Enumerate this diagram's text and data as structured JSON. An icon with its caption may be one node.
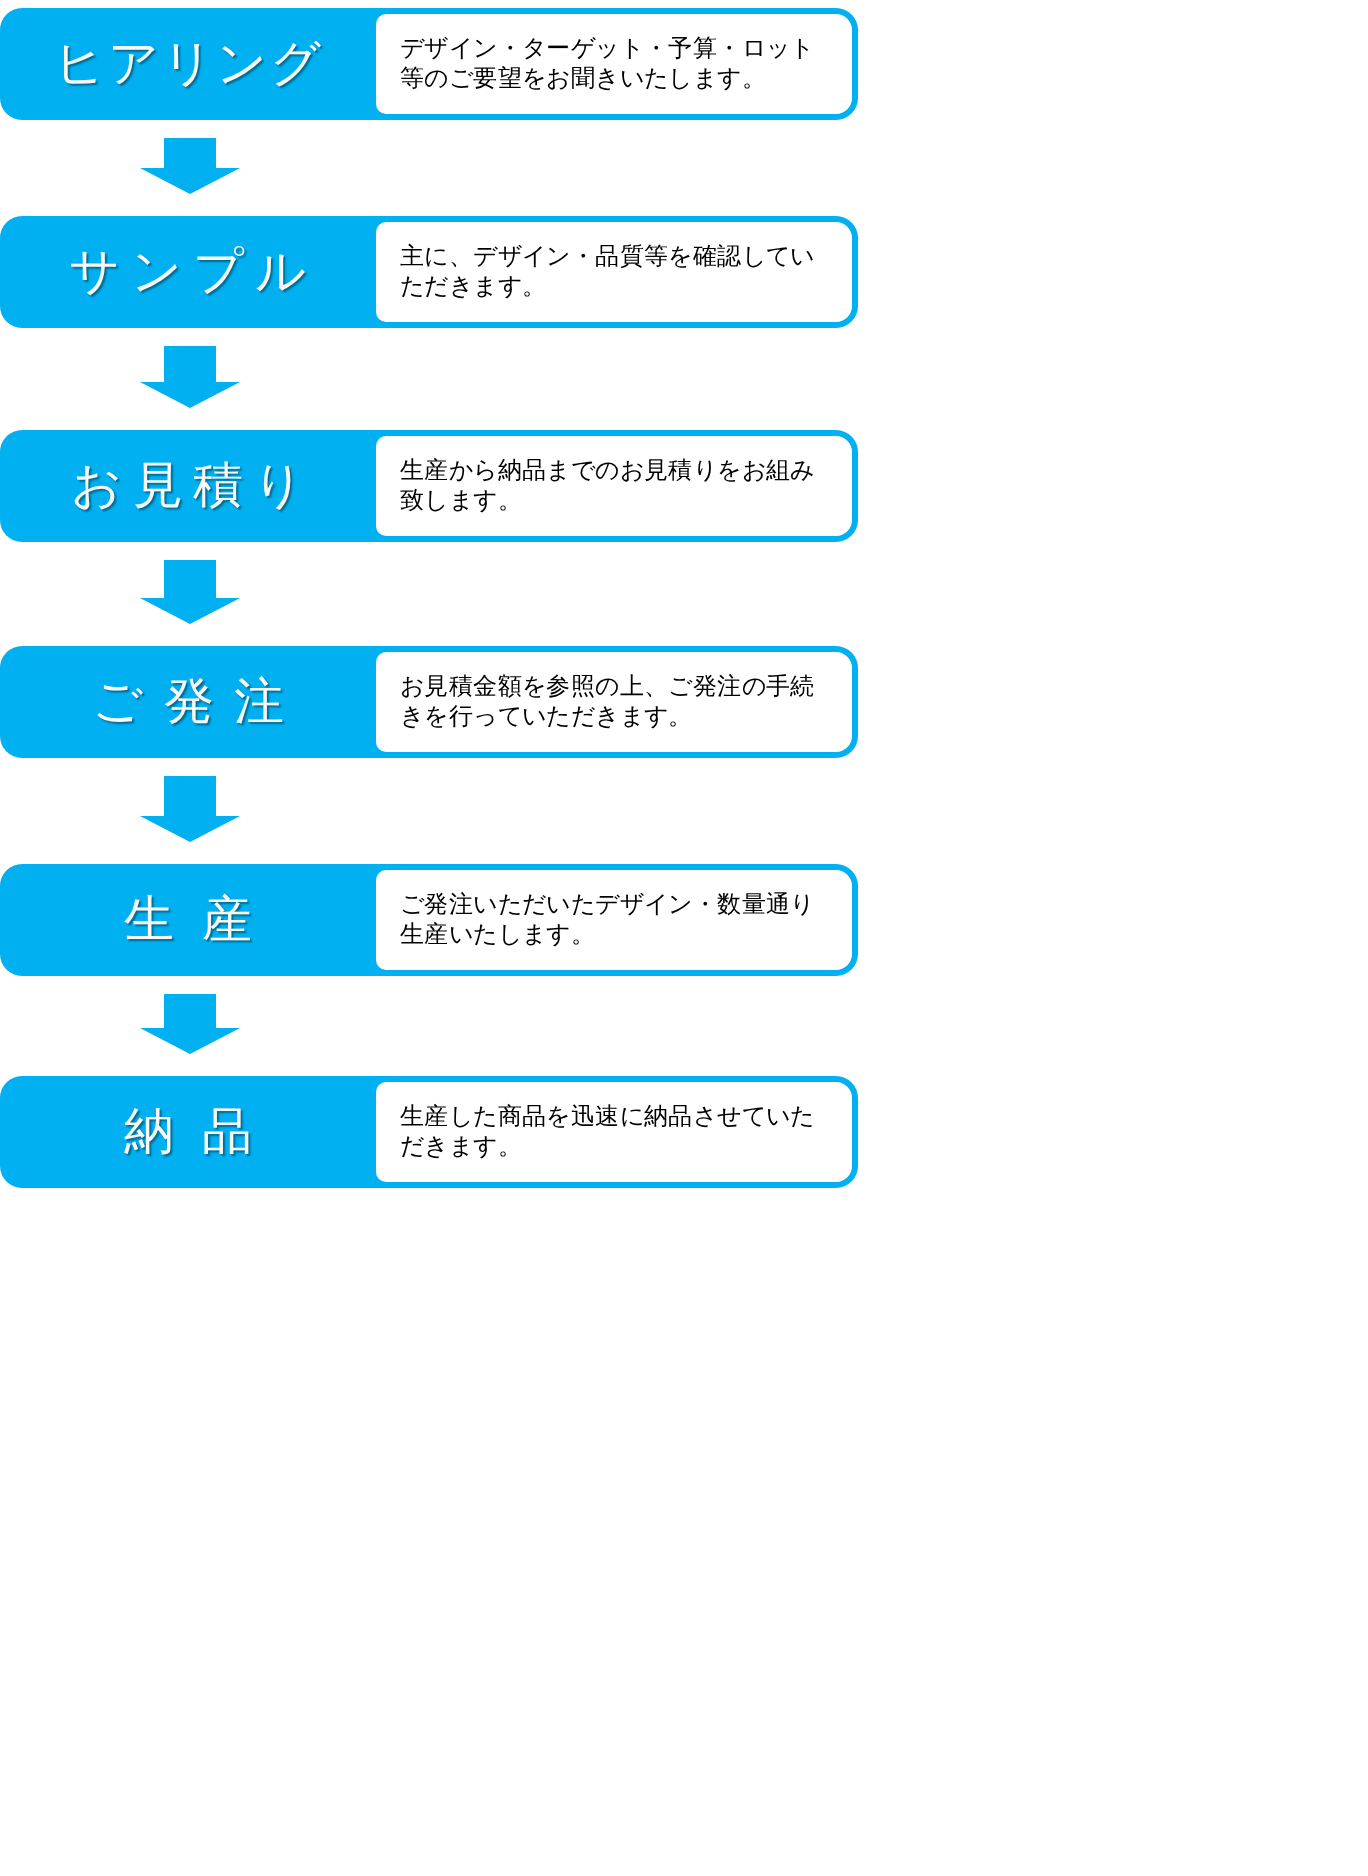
{
  "diagram": {
    "nodes": [
      {
        "text": [
          "ヒアリング",
          "デザイン・ターゲット・予算・ロット等のご要望をお聞きいたします。"
        ]
      },
      {
        "text": [
          "サンプル",
          "主に、デザイン・品質等を確認していただきます。"
        ]
      },
      {
        "text": [
          "お見積り",
          "生産から納品までのお見積りをお組み致します。"
        ]
      },
      {
        "text": [
          "ご発注",
          "お見積金額を参照の上、ご発注の手続きを行っていただきます。"
        ]
      },
      {
        "text": [
          "生産",
          "ご発注いただいたデザイン・数量通り生産いたします。"
        ]
      },
      {
        "text": [
          "納品",
          "生産した商品を迅速に納品させていただきます。"
        ]
      }
    ],
    "edges": [
      {
        "from": 0,
        "to": 1,
        "arrow": "to"
      },
      {
        "from": 1,
        "to": 2,
        "arrow": "to"
      },
      {
        "from": 2,
        "to": 3,
        "arrow": "to"
      },
      {
        "from": 3,
        "to": 4,
        "arrow": "to"
      },
      {
        "from": 4,
        "to": 5,
        "arrow": "to"
      }
    ]
  }
}
